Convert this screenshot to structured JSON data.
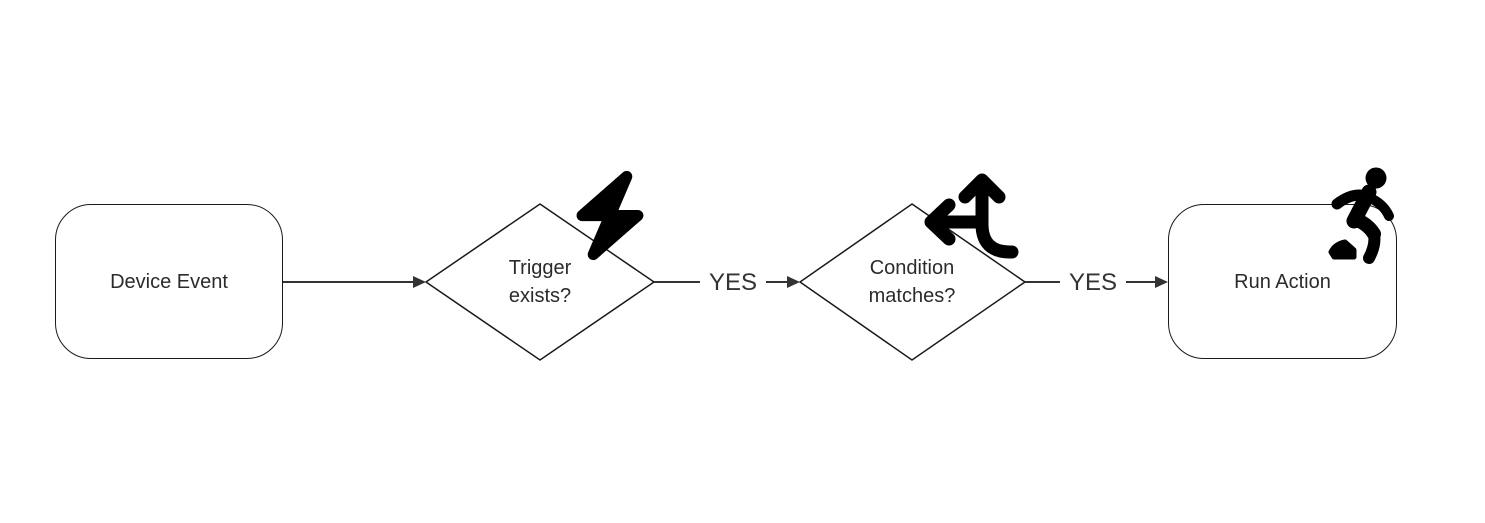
{
  "diagram": {
    "type": "flowchart",
    "direction": "left-to-right",
    "background_color": "#ffffff",
    "node_border_color": "#1a1a1a",
    "connector_color": "#333333",
    "text_color": "#2b2b2b",
    "nodes": [
      {
        "id": "device-event",
        "shape": "rounded-rectangle",
        "label": "Device Event",
        "icon": null
      },
      {
        "id": "trigger-exists",
        "shape": "decision-diamond",
        "label": "Trigger exists?",
        "icon": "lightning-bolt-icon"
      },
      {
        "id": "condition-matches",
        "shape": "decision-diamond",
        "label": "Condition matches?",
        "icon": "arrows-split-up-left-icon"
      },
      {
        "id": "run-action",
        "shape": "rounded-rectangle",
        "label": "Run Action",
        "icon": "person-running-icon"
      }
    ],
    "edges": [
      {
        "from": "device-event",
        "to": "trigger-exists",
        "label": ""
      },
      {
        "from": "trigger-exists",
        "to": "condition-matches",
        "label": "YES"
      },
      {
        "from": "condition-matches",
        "to": "run-action",
        "label": "YES"
      }
    ]
  }
}
